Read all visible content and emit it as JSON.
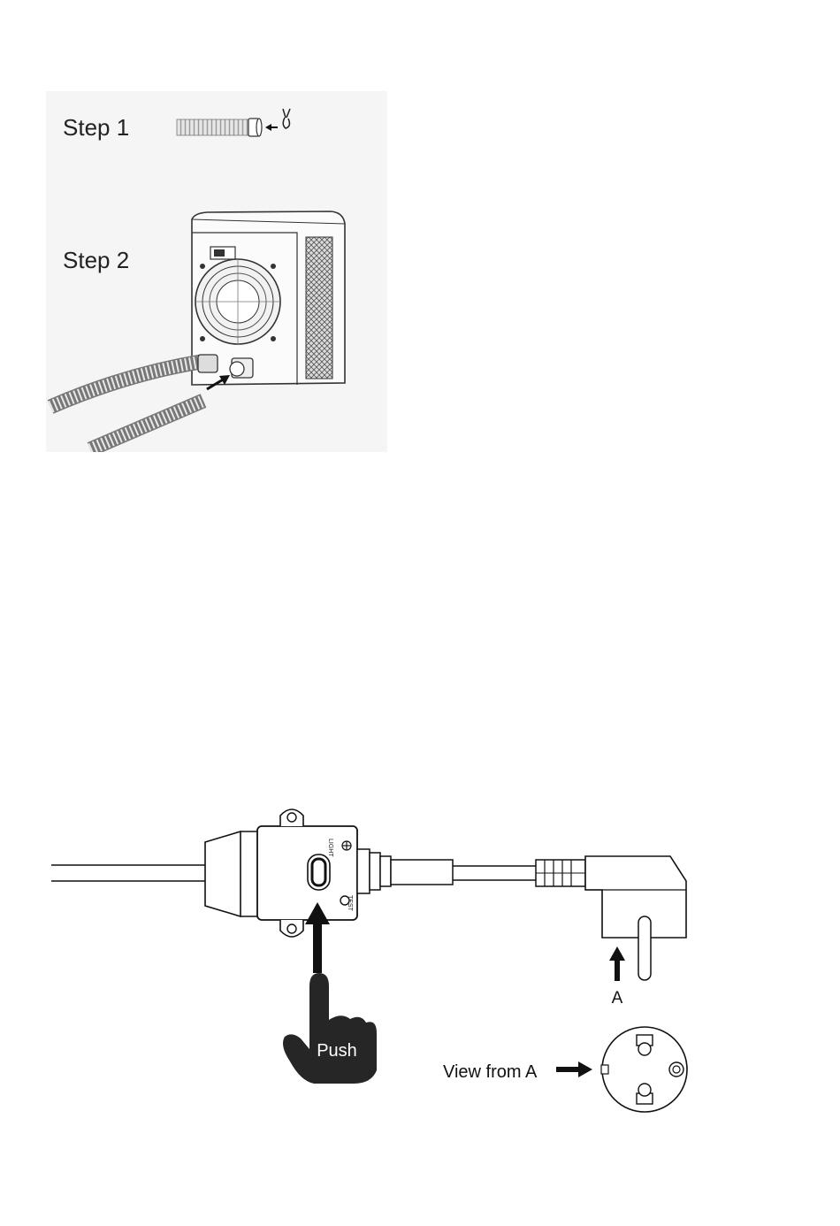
{
  "steps": [
    {
      "label": "Step 1"
    },
    {
      "label": "Step 2"
    }
  ],
  "rcd": {
    "light_label": "LIGHT",
    "test_label": "TEST",
    "push_label": "Push",
    "point_label": "A",
    "view_label": "View from A"
  }
}
